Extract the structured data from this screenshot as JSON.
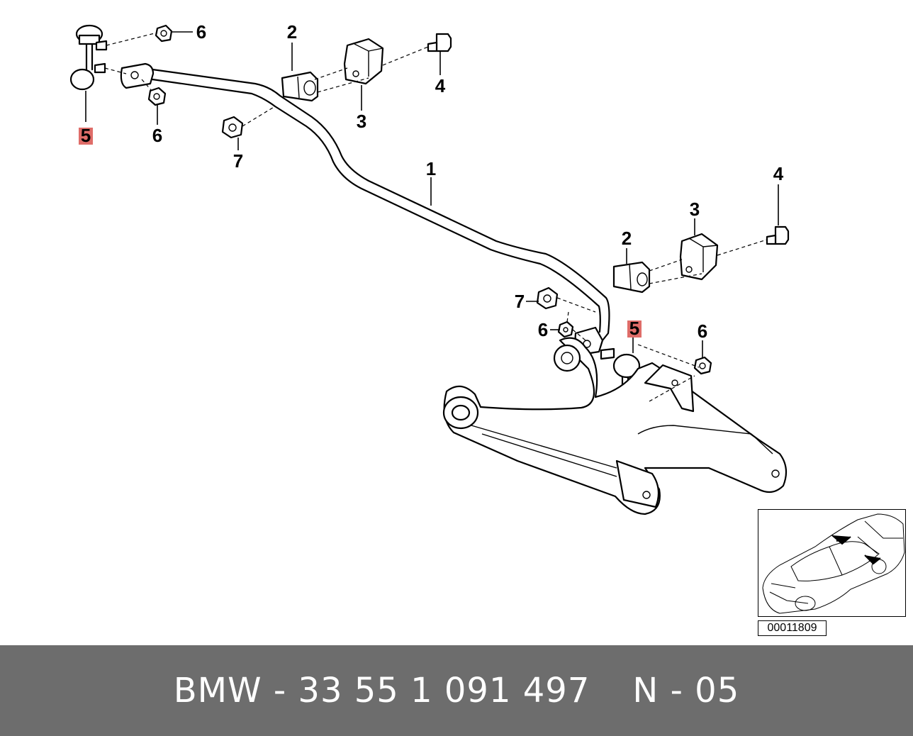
{
  "callouts": {
    "c1": "1",
    "c2a": "2",
    "c2b": "2",
    "c3a": "3",
    "c3b": "3",
    "c4a": "4",
    "c4b": "4",
    "c5a": "5",
    "c5b": "5",
    "c6a": "6",
    "c6b": "6",
    "c6c": "6",
    "c6d": "6",
    "c7a": "7",
    "c7b": "7"
  },
  "highlight_color": "#d9534f",
  "inset": {
    "id_label": "00011809"
  },
  "footer": {
    "brand": "BMW",
    "sep1": "-",
    "part_number": "33 55 1 091 497",
    "code_prefix": "N",
    "sep2": "-",
    "code_value": "05"
  }
}
